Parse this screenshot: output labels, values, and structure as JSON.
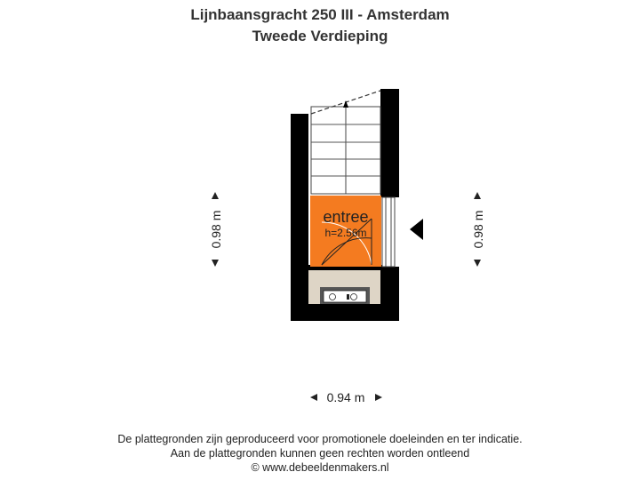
{
  "header": {
    "address": "Lijnbaansgracht 250 III - Amsterdam",
    "floor": "Tweede Verdieping"
  },
  "plan": {
    "room": {
      "name": "entree",
      "height_label": "h=2.56m",
      "fill_color": "#f47b20"
    },
    "dimensions": {
      "left": "0.98 m",
      "right": "0.98 m",
      "bottom": "0.94 m"
    },
    "wall_color": "#000000",
    "entrance_marker": "entrance-arrow-icon"
  },
  "footer": {
    "line1": "De plattegronden zijn geproduceerd voor promotionele doeleinden en ter indicatie.",
    "line2": "Aan de plattegronden kunnen geen rechten worden ontleend",
    "line3": "© www.debeeldenmakers.nl"
  }
}
